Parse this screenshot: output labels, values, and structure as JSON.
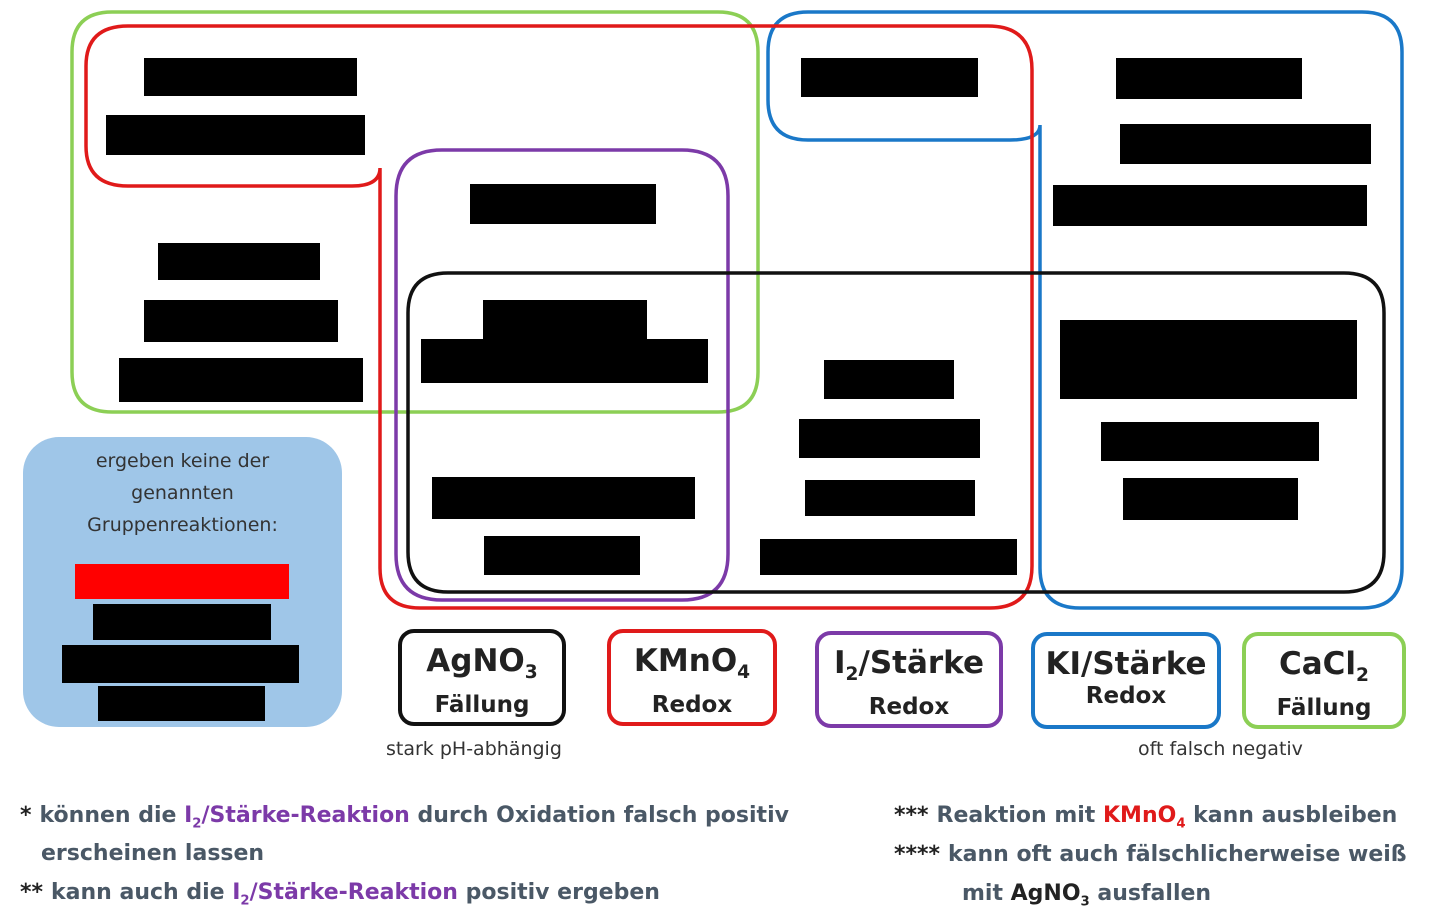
{
  "legend": {
    "line1": "ergeben keine der",
    "line2": "genannten",
    "line3": "Gruppenreaktionen:"
  },
  "reagents": [
    {
      "formula": "AgNO",
      "sub": "3",
      "after": "",
      "type": "Fällung",
      "color": "#111111"
    },
    {
      "formula": "KMnO",
      "sub": "4",
      "after": "",
      "type": "Redox",
      "color": "#e01a1a"
    },
    {
      "formula": "I",
      "sub": "2",
      "after": "/Stärke",
      "type": "Redox",
      "color": "#7c3aa8"
    },
    {
      "formula": "KI/Stärke",
      "sub": "",
      "after": "",
      "type": "Redox",
      "color": "#1a78c8"
    },
    {
      "formula": "CaCl",
      "sub": "2",
      "after": "",
      "type": "Fällung",
      "color": "#8ccf55"
    }
  ],
  "notes": {
    "agno3": "stark pH-abhängig",
    "ki": "oft falsch negativ"
  },
  "footnotes": {
    "f1": {
      "star": "*",
      "a": "können die ",
      "b": "I",
      "b_sub": "2",
      "c": "/Stärke-Reaktion",
      "d": " durch Oxidation falsch positiv",
      "line2": "erscheinen lassen"
    },
    "f2": {
      "star": "**",
      "a": "kann auch die ",
      "b": "I",
      "b_sub": "2",
      "c": "/Stärke-Reaktion",
      "d": " positiv ergeben"
    },
    "f3": {
      "star": "***",
      "a": "Reaktion mit ",
      "b": "KMnO",
      "b_sub": "4",
      "c": " kann ausbleiben"
    },
    "f4": {
      "star": "****",
      "a": "kann oft auch fälschlicherweise weiß",
      "line2a": "mit ",
      "line2b": "AgNO",
      "line2b_sub": "3",
      "line2c": " ausfallen"
    }
  },
  "colors": {
    "agno3": "#111111",
    "kmno4": "#e01a1a",
    "i2": "#7c3aa8",
    "ki": "#1a78c8",
    "cacl2": "#8ccf55",
    "legend_bg": "#9fc6e8",
    "highlight_bar": "#ff0000"
  }
}
